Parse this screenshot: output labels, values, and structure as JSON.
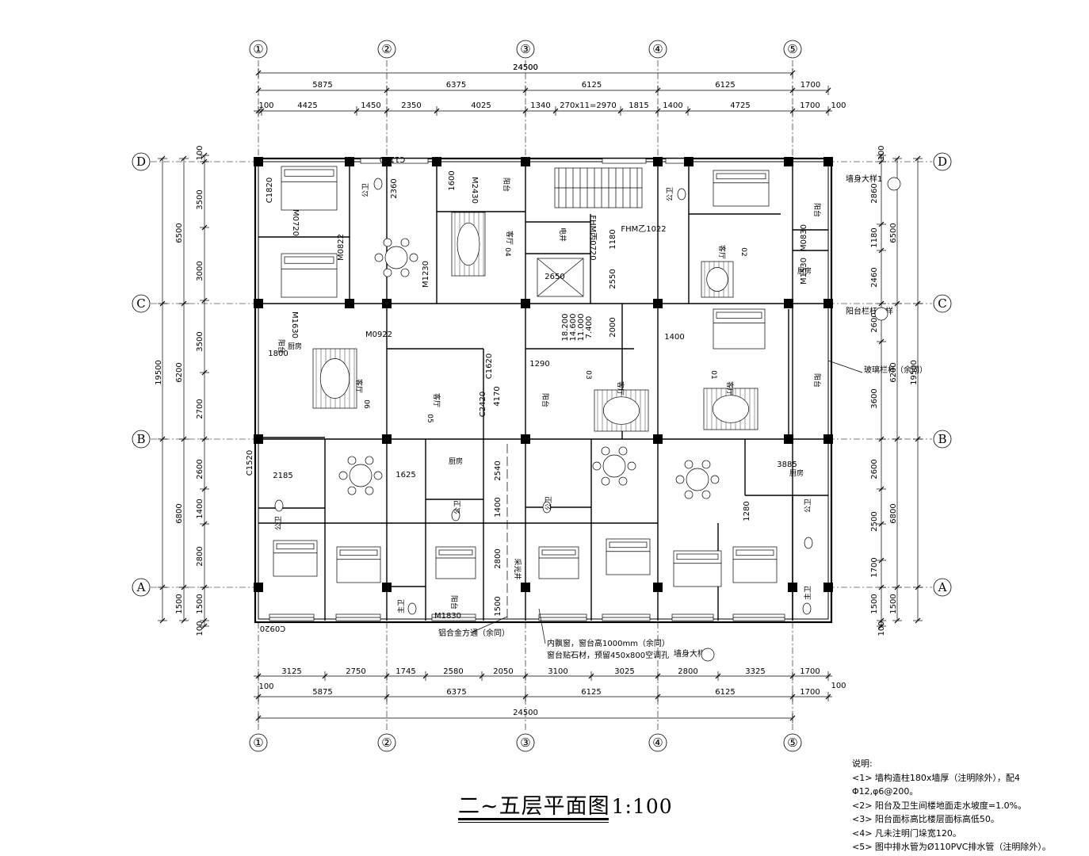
{
  "drawing": {
    "title": "二~五层平面图",
    "scale": "1:100",
    "notes_heading": "说明:",
    "notes": [
      "<1> 墙构造柱180x墙厚（注明除外），配4 Φ12,φ6@200。",
      "<2> 阳台及卫生间楼地面走水坡度=1.0%。",
      "<3> 阳台面标高比楼层面标高低50。",
      "<4> 凡未注明门垛宽120。",
      "<5> 图中排水管为Ø110PVC排水管（注明除外）。"
    ]
  },
  "axes": {
    "vertical": [
      "①",
      "②",
      "③",
      "④",
      "⑤"
    ],
    "horizontal": [
      "D",
      "C",
      "B",
      "A"
    ]
  },
  "dims": {
    "top_total": "24500",
    "top_axis": [
      "5875",
      "6375",
      "6125",
      "6125",
      "1700"
    ],
    "top_detail": [
      "100",
      "4425",
      "1450",
      "2350",
      "4025",
      "1340",
      "270x11=2970",
      "1815",
      "1400",
      "4725",
      "1700",
      "100"
    ],
    "bottom_detail": [
      "3125",
      "2750",
      "1745",
      "2580",
      "2050",
      "3100",
      "3025",
      "2800",
      "3325",
      "1700",
      "100"
    ],
    "bottom_axis": [
      "100",
      "5875",
      "6375",
      "6125",
      "6125",
      "1700"
    ],
    "bottom_total": "24500",
    "left_total": "19500",
    "left_mid": [
      "6500",
      "6200",
      "6800"
    ],
    "left_detail": [
      "100",
      "3500",
      "3000",
      "3500",
      "2700",
      "2600",
      "1400",
      "2800",
      "1500",
      "1500",
      "100"
    ],
    "right_total": "19500",
    "right_mid": [
      "6500",
      "6200",
      "6800"
    ],
    "right_detail": [
      "100",
      "2860",
      "1180",
      "2460",
      "2600",
      "3600",
      "2600",
      "2500",
      "1700",
      "1500",
      "1500",
      "100"
    ]
  },
  "labels": {
    "units": [
      "04",
      "02",
      "06",
      "05",
      "03",
      "01"
    ],
    "living": "客厅",
    "kitchen": "厨房",
    "balcony": "阳台",
    "toilet": "公卫",
    "master_bath": "主卫",
    "light_well": "采光井",
    "elevator_shaft": "电井",
    "elevations": [
      "18.200",
      "14.600",
      "11.000",
      "7.400"
    ],
    "inner": [
      "2650",
      "1180",
      "2550",
      "2000",
      "1800",
      "2185",
      "1625",
      "3885",
      "1290",
      "4170",
      "2540",
      "1400",
      "2800",
      "1500",
      "1280",
      "1600",
      "2360",
      "1400"
    ],
    "doors": [
      "M2430",
      "M1230",
      "M0720",
      "M0822",
      "M0922",
      "M1630",
      "M0830",
      "M1530",
      "FHM乙1022",
      "FHM丙0720",
      "M1830"
    ],
    "windows": [
      "C1220",
      "C0920",
      "C1820",
      "C1520",
      "C1620",
      "C2420"
    ],
    "callout_railing": "铝合金方通（余同）",
    "callout_window": "内飘窗，窗台高1000mm（余同）",
    "callout_window2": "窗台贴石材，预留450x800空调孔",
    "callout_wall1": "墙身大样1",
    "callout_wall2": "墙身大样2",
    "callout_balcony": "阳台栏杆大样",
    "callout_glass": "玻璃栏杆（余同）"
  }
}
